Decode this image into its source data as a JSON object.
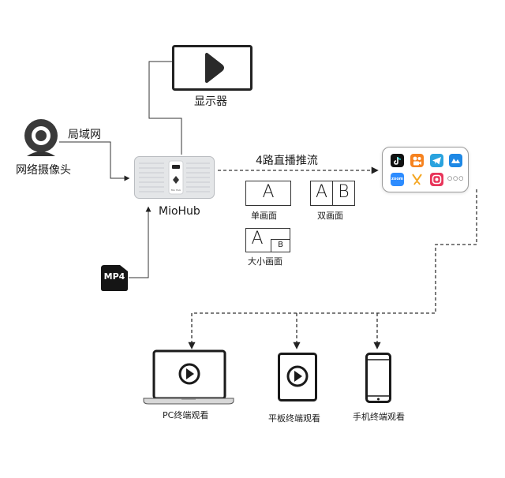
{
  "nodes": {
    "monitor": {
      "label": "显示器"
    },
    "webcam": {
      "label": "网络摄像头"
    },
    "lan": {
      "label": "局域网"
    },
    "hub": {
      "label": "MioHub",
      "device_text": "Mio Hub"
    },
    "mp4": {
      "label": "MP4"
    },
    "stream": {
      "label": "4路直播推流"
    }
  },
  "layouts": {
    "single": {
      "letter": "A",
      "label": "单画面"
    },
    "dual": {
      "letter_a": "A",
      "letter_b": "B",
      "label": "双画面"
    },
    "pip": {
      "letter_a": "A",
      "letter_b": "B",
      "label": "大小画面"
    }
  },
  "apps": {
    "zoom_text": "zoom",
    "more": "○○○",
    "icons": [
      "tiktok-icon",
      "kuaishou-icon",
      "telegram-icon",
      "bilibili-icon",
      "zoom-icon",
      "yy-icon",
      "live-app-icon",
      "more-icon"
    ],
    "colors": {
      "tiktok": "#111111",
      "kuaishou": "#f6821f",
      "telegram": "#2aa3de",
      "bilibili": "#1e88e5",
      "zoom": "#2d8cff",
      "yy": "#f4a623",
      "live": "#e8355a"
    }
  },
  "endpoints": {
    "pc": {
      "label": "PC终端观看"
    },
    "tablet": {
      "label": "平板终端观看"
    },
    "phone": {
      "label": "手机终端观看"
    }
  }
}
